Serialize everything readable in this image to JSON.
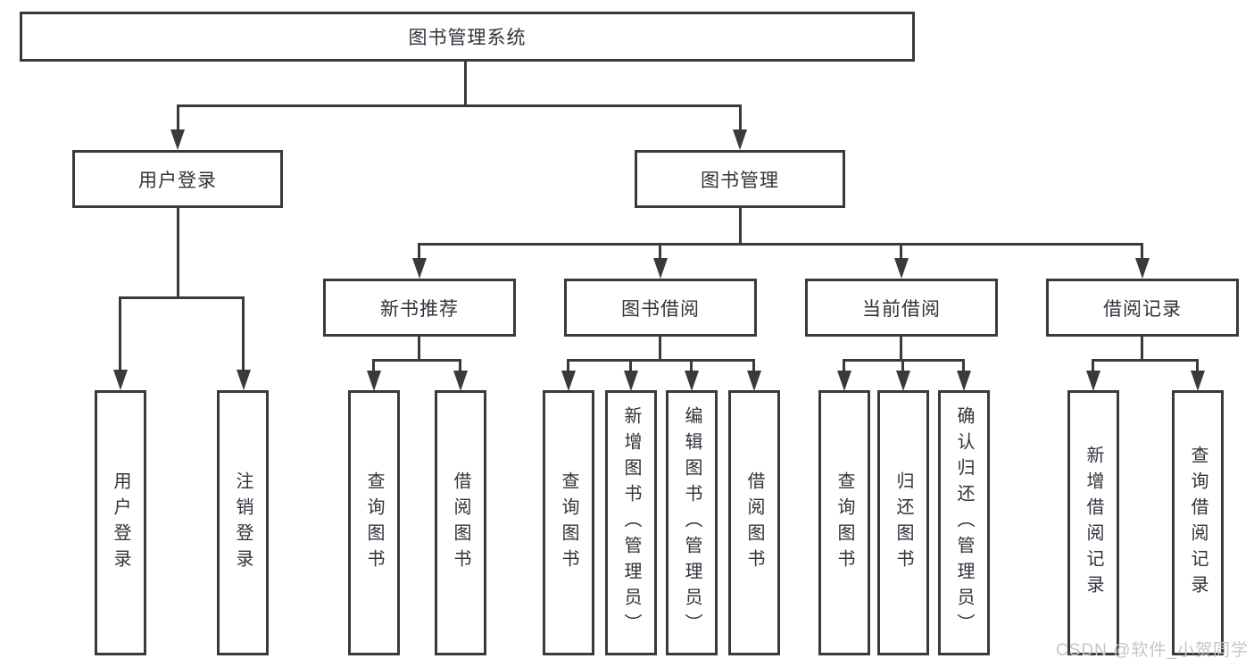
{
  "colors": {
    "line": "#3a3a3a",
    "box_border": "#3a3a3a",
    "text": "#31333b",
    "watermark": "#c6c6c6",
    "background": "#ffffff"
  },
  "nodes": {
    "root": "图书管理系统",
    "user_login_group": "用户登录",
    "book_management": "图书管理",
    "new_book_recommend": "新书推荐",
    "book_borrowing": "图书借阅",
    "current_borrowing": "当前借阅",
    "borrowing_records": "借阅记录",
    "leaf_user_login": "用户登录",
    "leaf_logout": "注销登录",
    "leaf_query_books_1": "查询图书",
    "leaf_borrow_books_1": "借阅图书",
    "leaf_query_books_2": "查询图书",
    "leaf_add_books_admin": "新增图书（管理员）",
    "leaf_edit_books_admin": "编辑图书（管理员）",
    "leaf_borrow_books_2": "借阅图书",
    "leaf_query_books_3": "查询图书",
    "leaf_return_books": "归还图书",
    "leaf_confirm_return_admin": "确认归还（管理员）",
    "leaf_add_borrow_record": "新增借阅记录",
    "leaf_query_borrow_record": "查询借阅记录"
  },
  "watermark": "CSDN @软件_小贺同学"
}
